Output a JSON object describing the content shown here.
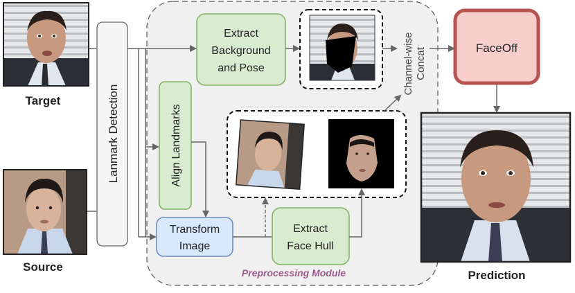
{
  "inputs": {
    "target_label": "Target",
    "source_label": "Source"
  },
  "output": {
    "label": "Prediction"
  },
  "blocks": {
    "landmark_detection": "Lanmark Detection",
    "extract_bg_line1": "Extract",
    "extract_bg_line2": "Background",
    "extract_bg_line3": "and Pose",
    "align_landmarks": "Align Landmarks",
    "transform_line1": "Transform",
    "transform_line2": "Image",
    "extract_hull_line1": "Extract",
    "extract_hull_line2": "Face Hull",
    "concat_line1": "Channel-wise",
    "concat_line2": "Concat",
    "faceoff": "FaceOff"
  },
  "module_label": "Preprocessing Module",
  "colors": {
    "green_fill": "#d9ecd0",
    "green_stroke": "#82b366",
    "blue_fill": "#dae8fc",
    "blue_stroke": "#6c8ebf",
    "gray_fill": "#f5f5f5",
    "gray_stroke": "#666666",
    "red_fill": "#f8cecc",
    "red_stroke": "#b85450",
    "module_label": "#9c5a8a",
    "arrow": "#666666"
  }
}
